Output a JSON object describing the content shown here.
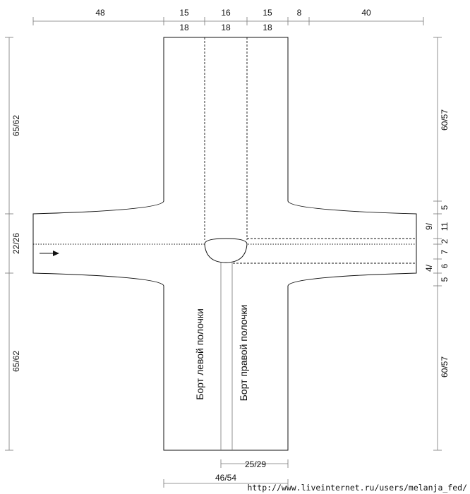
{
  "top_dimensions": {
    "row1": [
      "48",
      "15",
      "16",
      "15",
      "8",
      "40"
    ],
    "row2": [
      "18",
      "18",
      "18"
    ]
  },
  "left_dimensions": [
    "65/62",
    "22/26",
    "65/62"
  ],
  "right_dimensions": {
    "upper": "60/57",
    "mid": [
      "5",
      "11",
      "2",
      "7",
      "6",
      "5"
    ],
    "mid_fractions": [
      "9/",
      "4/"
    ],
    "lower": "60/57"
  },
  "bottom_dimensions": [
    "25/29",
    "46/54"
  ],
  "band_labels": {
    "left": "Борт левой полочки",
    "right": "Борт правой полочки"
  },
  "watermark": "http://www.liveinternet.ru/users/melanja_fed/"
}
